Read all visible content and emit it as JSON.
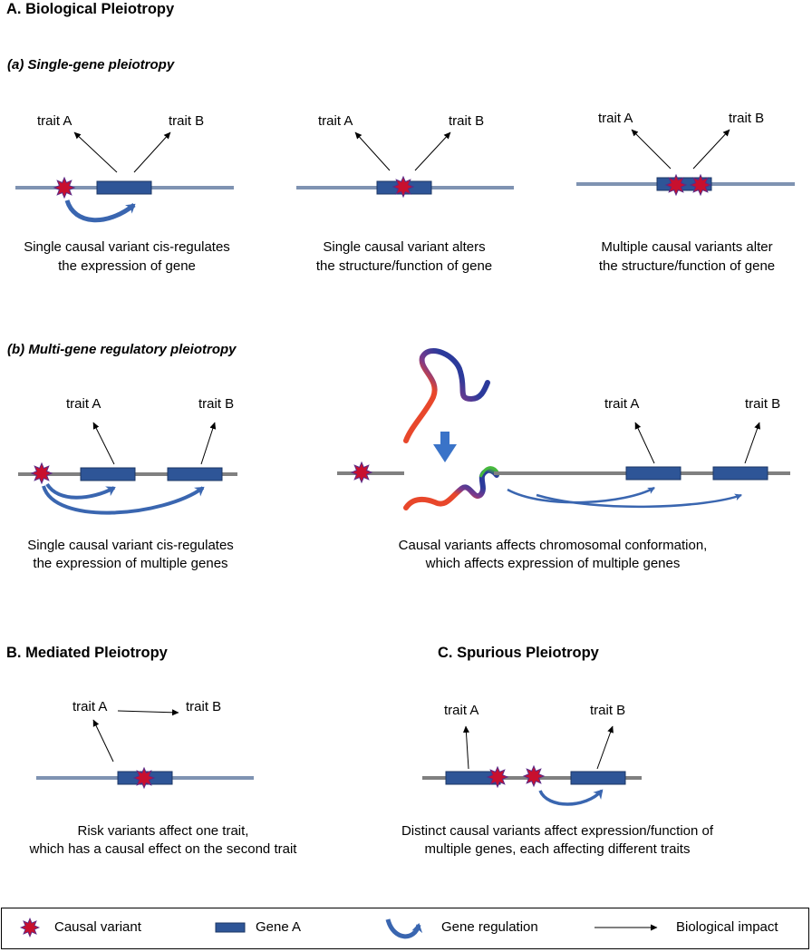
{
  "section_a": {
    "title": "A. Biological Pleiotropy",
    "sub_a": "(a) Single-gene pleiotropy",
    "sub_b": "(b) Multi-gene regulatory pleiotropy",
    "panel1": {
      "trait_a": "trait A",
      "trait_b": "trait B",
      "caption1": "Single causal variant cis-regulates",
      "caption2": "the expression of gene"
    },
    "panel2": {
      "trait_a": "trait A",
      "trait_b": "trait B",
      "caption1": "Single causal variant alters",
      "caption2": "the structure/function of gene"
    },
    "panel3": {
      "trait_a": "trait A",
      "trait_b": "trait B",
      "caption1": "Multiple causal variants alter",
      "caption2": "the structure/function of gene"
    },
    "panel4": {
      "trait_a": "trait A",
      "trait_b": "trait B",
      "caption1": "Single causal variant cis-regulates",
      "caption2": "the expression of multiple genes"
    },
    "panel5": {
      "trait_a": "trait A",
      "trait_b": "trait B",
      "caption1": "Causal variants affects chromosomal conformation,",
      "caption2": "which affects expression of multiple genes"
    }
  },
  "section_b": {
    "title": "B. Mediated Pleiotropy",
    "trait_a": "trait A",
    "trait_b": "trait B",
    "caption1": "Risk variants affect one trait,",
    "caption2": "which has a causal effect on the second trait"
  },
  "section_c": {
    "title": "C. Spurious Pleiotropy",
    "trait_a": "trait A",
    "trait_b": "trait B",
    "caption1": "Distinct causal variants affect expression/function of",
    "caption2": "multiple genes, each affecting different traits"
  },
  "legend": {
    "causal_variant": "Causal variant",
    "gene": "Gene A",
    "gene_regulation": "Gene regulation",
    "biological_impact": "Biological impact"
  },
  "colors": {
    "star_fill": "#c8102e",
    "star_stroke": "#5b2a86",
    "gene_fill": "#2e5597",
    "gene_stroke": "#1c3766",
    "dna_line": "#7f93b2",
    "grey_line": "#808080",
    "regulation_arrow": "#3a66b0",
    "chrom_red": "#e8472b",
    "chrom_blue": "#2b3a9b",
    "chrom_green": "#46b83d"
  }
}
